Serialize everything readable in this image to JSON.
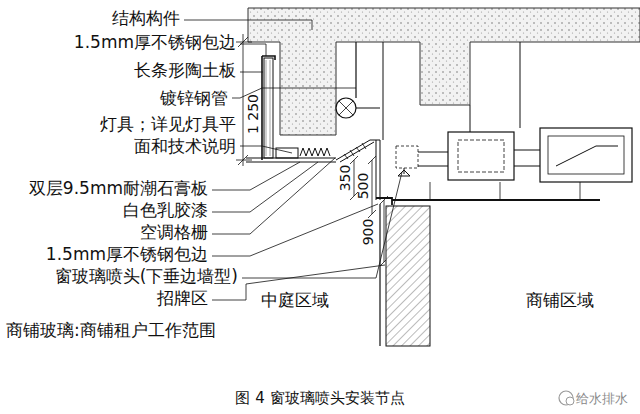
{
  "diagram": {
    "caption": "图 4 窗玻璃喷头安装节点",
    "labels": [
      "结构构件",
      "1.5mm厚不锈钢包边",
      "长条形陶土板",
      "镀锌钢管",
      "灯具；详见灯具平 面和技术说明",
      "1 250",
      "350",
      "500",
      "900",
      "双层9.5mm耐潮石膏板",
      "白色乳胶漆",
      "空调格栅",
      "1.5mm厚不锈钢包边",
      "窗玻璃喷头(下垂边墙型)",
      "招牌区",
      "中庭区域",
      "商铺区域",
      "商铺玻璃:商铺租户工作范围",
      "给水排水"
    ]
  }
}
